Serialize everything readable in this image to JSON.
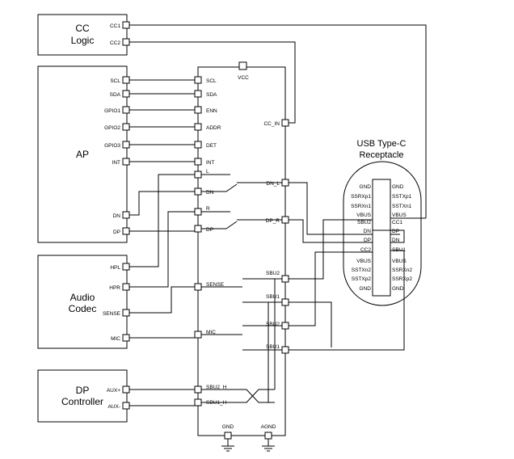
{
  "blocks": {
    "cc_logic": {
      "line1": "CC",
      "line2": "Logic",
      "pins": [
        "CC1",
        "CC2"
      ]
    },
    "ap": {
      "name": "AP",
      "pins": [
        "SCL",
        "SDA",
        "GPIO1",
        "GPIO2",
        "GPIO3",
        "INT",
        "DN",
        "DP"
      ]
    },
    "audio_codec": {
      "line1": "Audio",
      "line2": "Codec",
      "pins": [
        "HPL",
        "HPR",
        "SENSE",
        "MIC"
      ]
    },
    "dp_controller": {
      "line1": "DP",
      "line2": "Controller",
      "pins": [
        "AUX+",
        "AUX-"
      ]
    }
  },
  "switch_ic": {
    "vcc": "VCC",
    "left_pins": [
      "SCL",
      "SDA",
      "ENN",
      "ADDR",
      "DET",
      "INT",
      "L",
      "DN",
      "R",
      "DP",
      "SENSE",
      "MIC",
      "SBU2_H",
      "SBU1_H"
    ],
    "right_pins": [
      "CC_IN",
      "DN_L",
      "DP_R",
      "SBU2",
      "SBU1",
      "SBU2",
      "SBU1"
    ],
    "ground_pins": [
      "GND",
      "AGND"
    ]
  },
  "receptacle": {
    "title_line1": "USB Type-C",
    "title_line2": "Receptacle",
    "left_pins": [
      "GND",
      "SSRXp1",
      "SSRXn1",
      "VBUS",
      "SBU2",
      "DN",
      "DP",
      "CC2",
      "VBUS",
      "SSTXn2",
      "SSTXp2",
      "GND"
    ],
    "right_pins": [
      "GND",
      "SSTXp1",
      "SSTXn1",
      "VBUS",
      "CC1",
      "DP",
      "DN",
      "SBU1",
      "VBUS",
      "SSRXn2",
      "SSRXp2",
      "GND"
    ]
  }
}
